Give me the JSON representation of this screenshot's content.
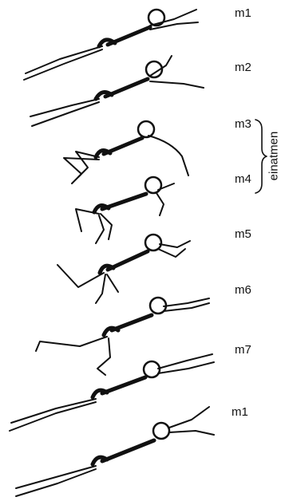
{
  "phases": [
    {
      "label": "m1"
    },
    {
      "label": "m2"
    },
    {
      "label": "m3"
    },
    {
      "label": "m4"
    },
    {
      "label": "m5"
    },
    {
      "label": "m6"
    },
    {
      "label": "m7"
    },
    {
      "label": "m1"
    }
  ],
  "bracket_label": "einatmen",
  "colors": {
    "ink": "#111111",
    "background": "#ffffff"
  }
}
